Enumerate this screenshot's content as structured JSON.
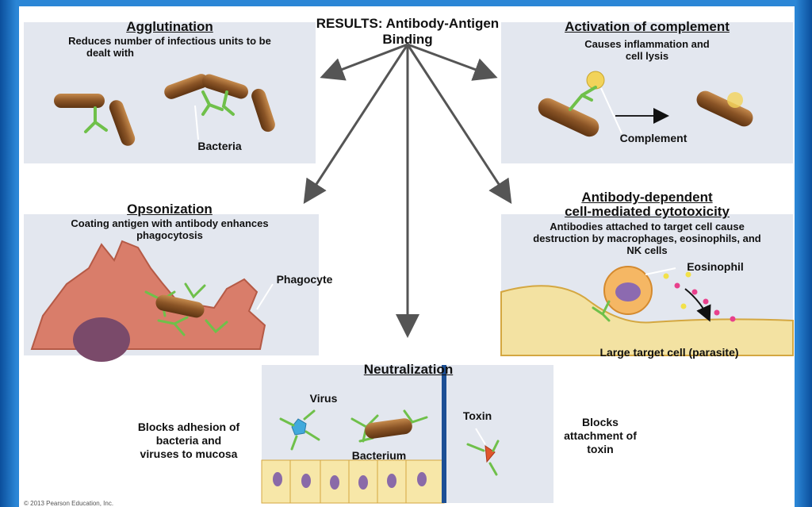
{
  "header": {
    "line1": "RESULTS: Antibody-Antigen",
    "line2": "Binding"
  },
  "agglutination": {
    "title": "Agglutination",
    "desc1": "Reduces number of infectious units to be",
    "desc2": "dealt with",
    "label": "Bacteria"
  },
  "complement": {
    "title": "Activation of complement",
    "desc1": "Causes inflammation and",
    "desc2": "cell lysis",
    "label": "Complement"
  },
  "opsonization": {
    "title": "Opsonization",
    "desc1": "Coating antigen with antibody enhances",
    "desc2": "phagocytosis",
    "label": "Phagocyte"
  },
  "adcc": {
    "title1": "Antibody-dependent",
    "title2": "cell-mediated cytotoxicity",
    "desc1": "Antibodies attached to target cell cause",
    "desc2": "destruction by macrophages, eosinophils, and",
    "desc3": "NK cells",
    "label_eos": "Eosinophil",
    "label_target": "Large target cell (parasite)"
  },
  "neutralization": {
    "title": "Neutralization",
    "left1": "Blocks adhesion of",
    "left2": "bacteria and",
    "left3": "viruses to mucosa",
    "right1": "Blocks",
    "right2": "attachment of",
    "right3": "toxin",
    "label_virus": "Virus",
    "label_bacterium": "Bacterium",
    "label_toxin": "Toxin"
  },
  "copyright": "© 2013 Pearson Education, Inc.",
  "colors": {
    "panel": "#e3e7ef",
    "antibody": "#6fc04a",
    "bacteria": "#8a5426",
    "frame": "#2b86d6",
    "complement": "#f2d35a",
    "cell": "#f3e2a2",
    "phagocyte": "#d97d6a",
    "divider": "#1c4f95"
  }
}
